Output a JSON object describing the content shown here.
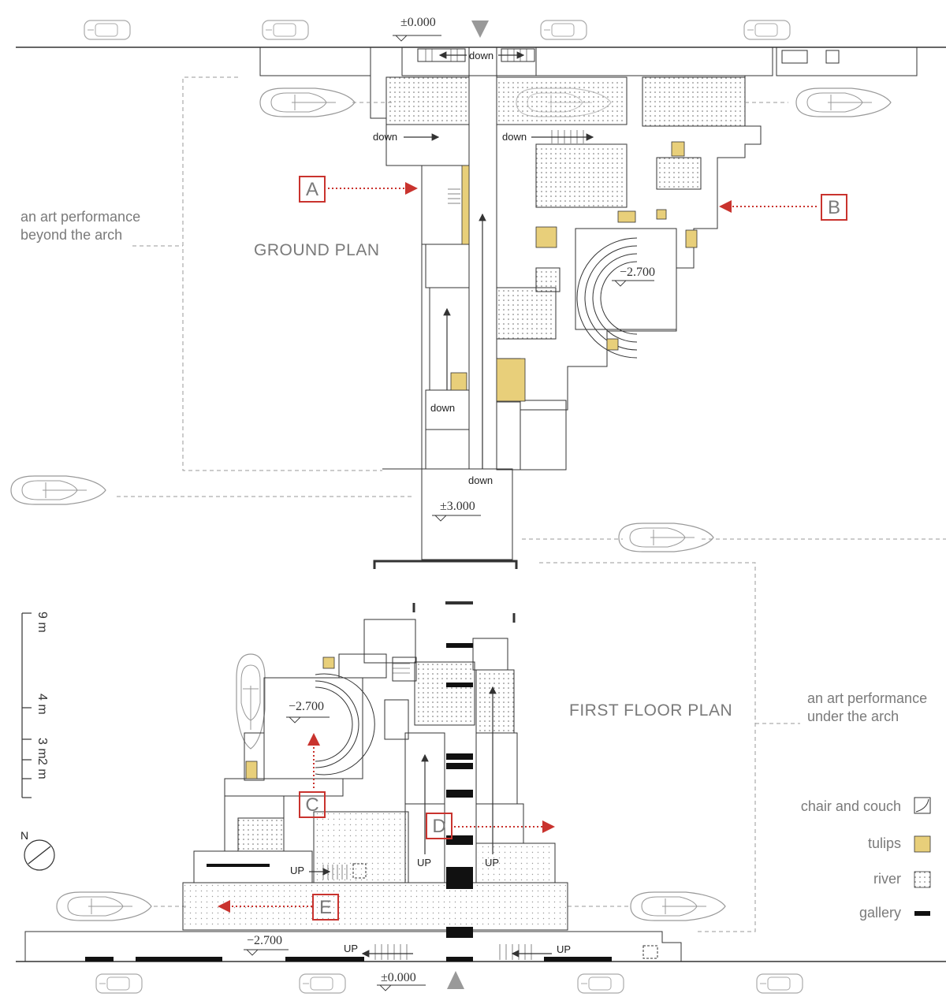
{
  "titles": {
    "ground": "GROUND PLAN",
    "first": "FIRST FLOOR PLAN"
  },
  "notes": {
    "beyond": "an art performance beyond the arch",
    "under": "an art performance under the arch"
  },
  "levels": {
    "top": "±0.000",
    "bottom": "±0.000",
    "mid": "±3.000",
    "pit_ground": "−2.700",
    "pit_first": "−2.700",
    "lower": "−2.700"
  },
  "stairs": {
    "down_top": "down",
    "down_left": "down",
    "down_right": "down",
    "down_mid": "down",
    "down_bridge": "down",
    "up_left": "UP",
    "up_mid1": "UP",
    "up_mid2": "UP",
    "up_bottom1": "UP",
    "up_bottom2": "UP"
  },
  "markers": [
    "A",
    "B",
    "C",
    "D",
    "E"
  ],
  "scale": [
    "9 m",
    "4 m",
    "3 m",
    "2 m"
  ],
  "north": "N",
  "legend": [
    {
      "label": "chair and couch",
      "swatch": "chair-icon"
    },
    {
      "label": "tulips",
      "swatch": "#e8cf7a"
    },
    {
      "label": "river",
      "swatch": "dotted"
    },
    {
      "label": "gallery",
      "swatch": "#111111"
    }
  ],
  "colors": {
    "tulip": "#e8cf7a",
    "arrow": "#c9332e",
    "line": "#333333",
    "muted": "#9a9a9a"
  }
}
